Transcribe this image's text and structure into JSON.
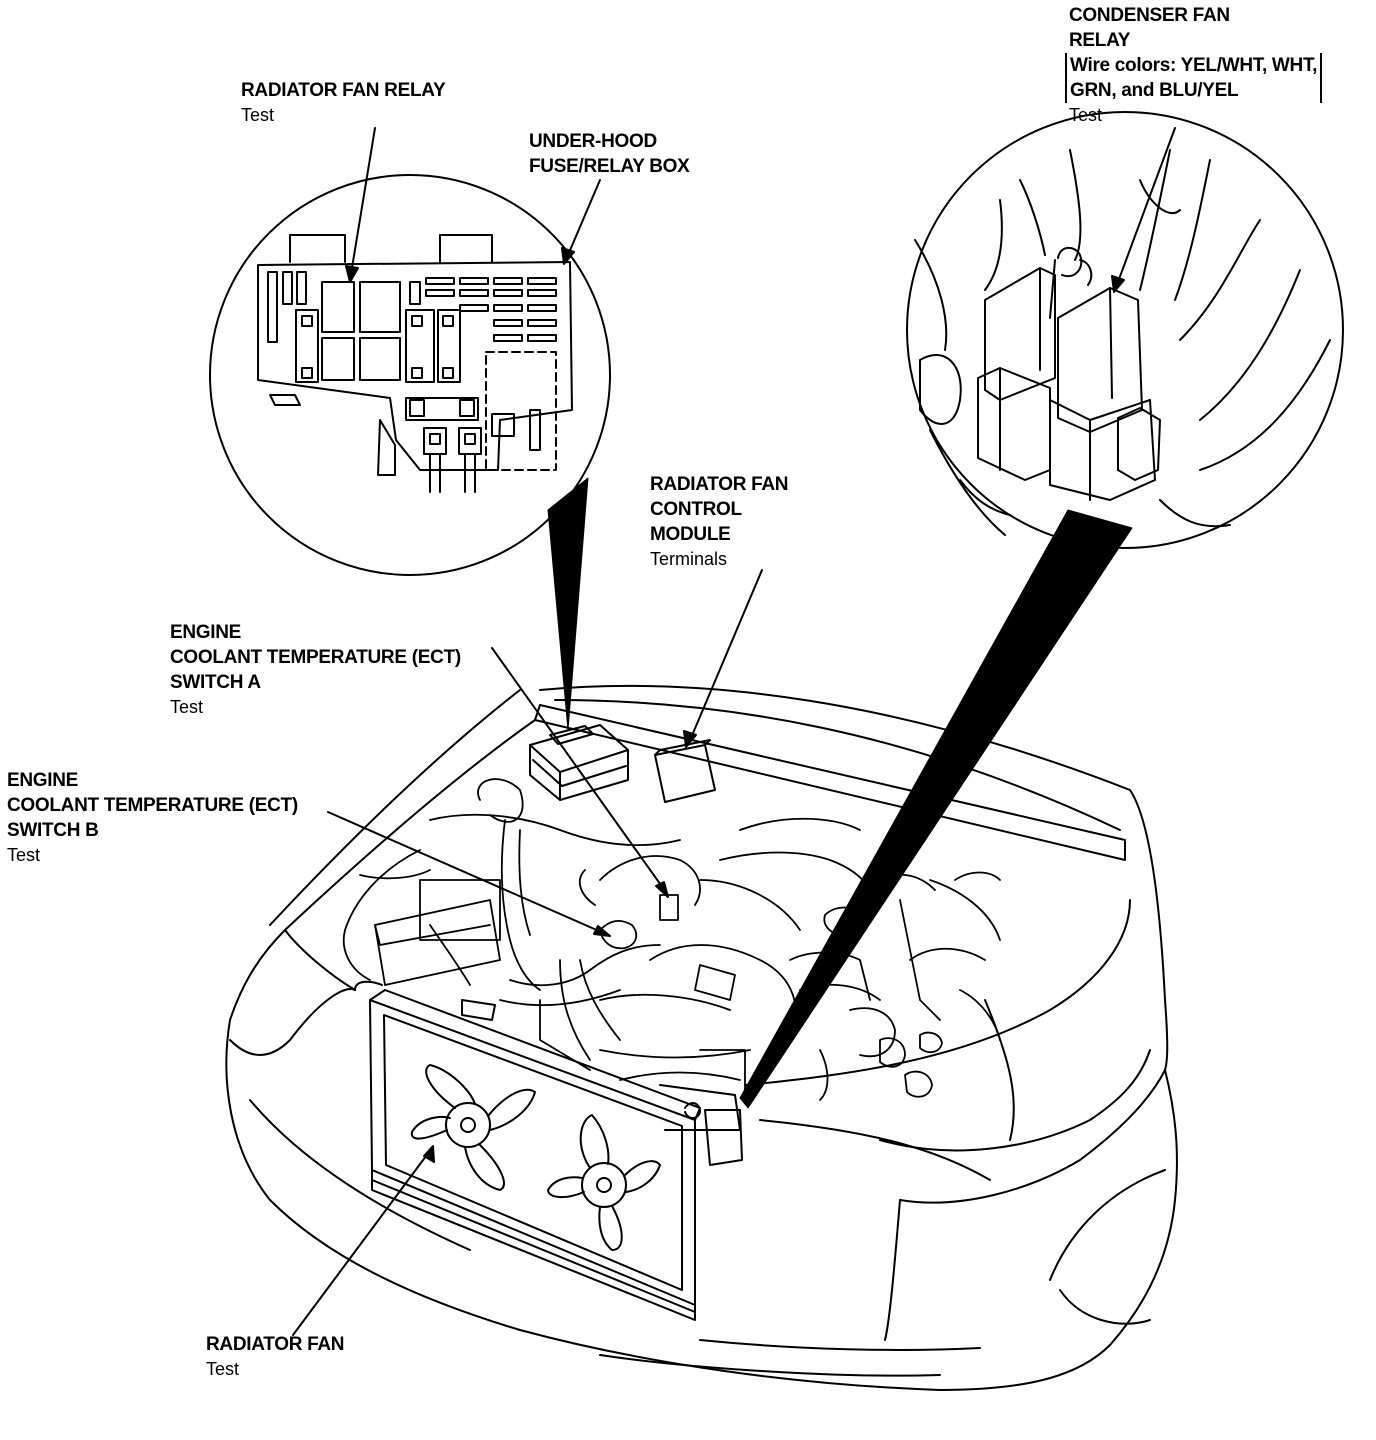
{
  "labels": {
    "radiator_fan_relay": {
      "title": "RADIATOR FAN RELAY",
      "sub": "Test"
    },
    "under_hood_box": {
      "line1": "UNDER-HOOD",
      "line2": "FUSE/RELAY BOX"
    },
    "condenser_fan_relay": {
      "line1": "CONDENSER FAN",
      "line2": "RELAY",
      "wire1": "Wire colors: YEL/WHT, WHT,",
      "wire2": "GRN, and BLU/YEL",
      "sub": "Test"
    },
    "fan_control_module": {
      "line1": "RADIATOR FAN",
      "line2": "CONTROL",
      "line3": "MODULE",
      "sub": "Terminals"
    },
    "ect_switch_a": {
      "line1": "ENGINE",
      "line2": "COOLANT TEMPERATURE (ECT)",
      "line3": "SWITCH A",
      "sub": "Test"
    },
    "ect_switch_b": {
      "line1": "ENGINE",
      "line2": "COOLANT TEMPERATURE (ECT)",
      "line3": "SWITCH B",
      "sub": "Test"
    },
    "radiator_fan": {
      "title": "RADIATOR FAN",
      "sub": "Test"
    }
  }
}
